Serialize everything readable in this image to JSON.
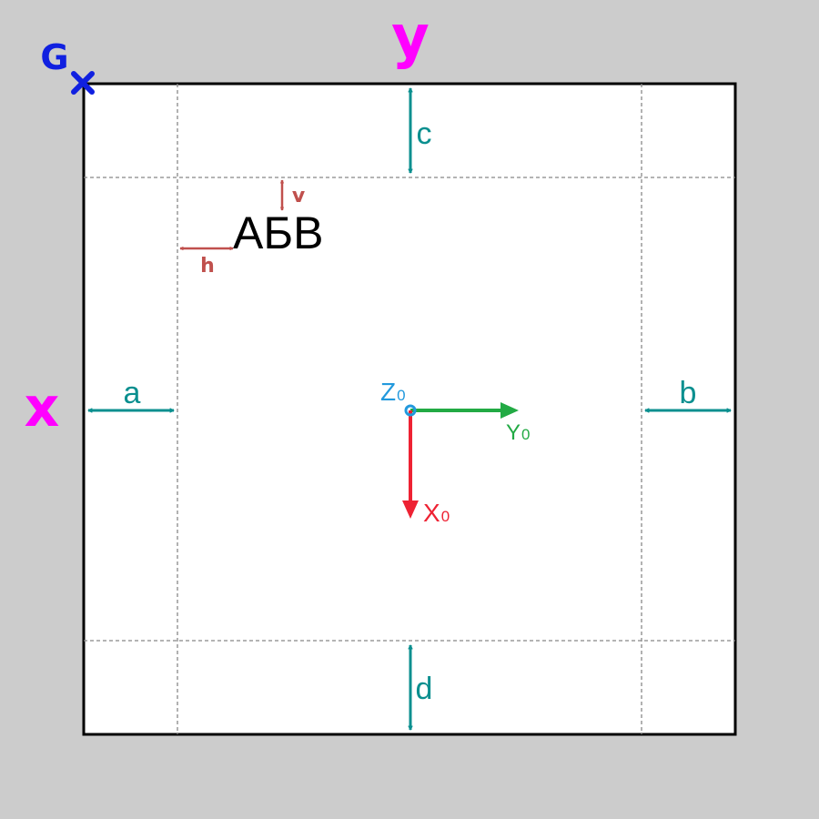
{
  "labels": {
    "origin_marker": "G",
    "axis_x": "x",
    "axis_y": "y",
    "margin_a": "a",
    "margin_b": "b",
    "margin_c": "c",
    "margin_d": "d",
    "offset_h": "h",
    "offset_v": "v",
    "sample_text": "АБВ",
    "frame_x": "X",
    "frame_x_sub": "0",
    "frame_y": "Y",
    "frame_y_sub": "0",
    "frame_z": "Z",
    "frame_z_sub": "0"
  },
  "colors": {
    "background": "#cccccc",
    "page": "#ffffff",
    "outline": "#000000",
    "guide": "#888888",
    "margin_arrow": "#0a8f8f",
    "offset_arrow": "#c0504d",
    "axis_label": "#ff00ff",
    "origin_marker": "#1020e0",
    "frame_x_axis": "#ee2233",
    "frame_y_axis": "#22aa44",
    "frame_z_axis": "#2299dd",
    "sample_text": "#000000"
  }
}
